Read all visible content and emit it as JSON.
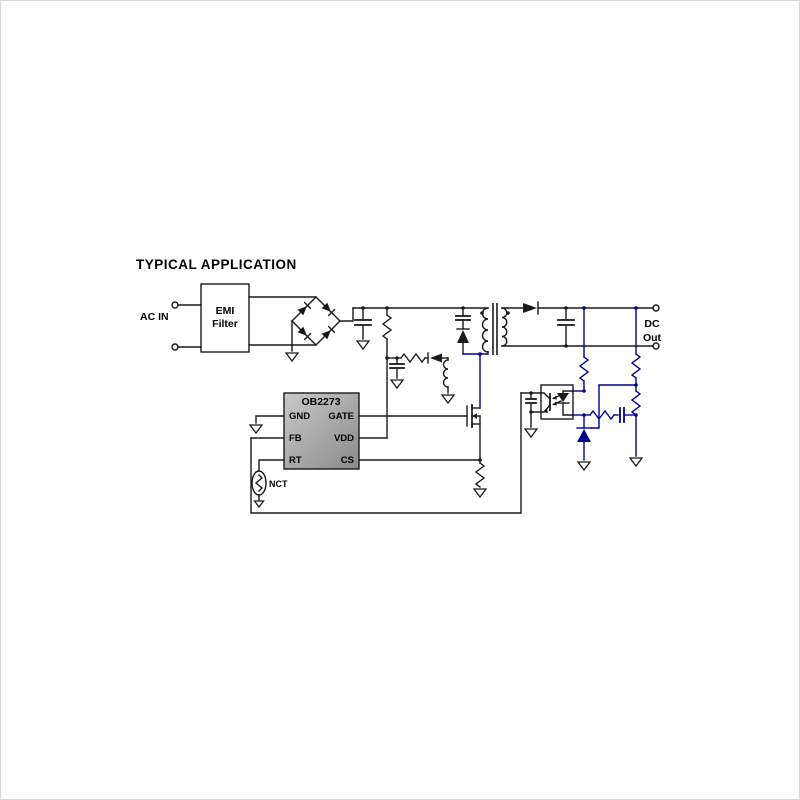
{
  "title": "TYPICAL APPLICATION",
  "input": {
    "label": "AC IN"
  },
  "emi_filter": {
    "line1": "EMI",
    "line2": "Filter"
  },
  "ic": {
    "name": "OB2273",
    "pins": {
      "left": [
        "GND",
        "FB",
        "RT"
      ],
      "right": [
        "GATE",
        "VDD",
        "CS"
      ]
    }
  },
  "thermistor": {
    "label": "NCT"
  },
  "output": {
    "line1": "DC",
    "line2": "Out"
  },
  "colors": {
    "background": "#ffffff",
    "wire": "#1a1a1a",
    "accent_wire": "#00008b",
    "ic_fill_light": "#c9c9c9",
    "ic_fill_dark": "#8a8a8a",
    "text": "#000000"
  }
}
